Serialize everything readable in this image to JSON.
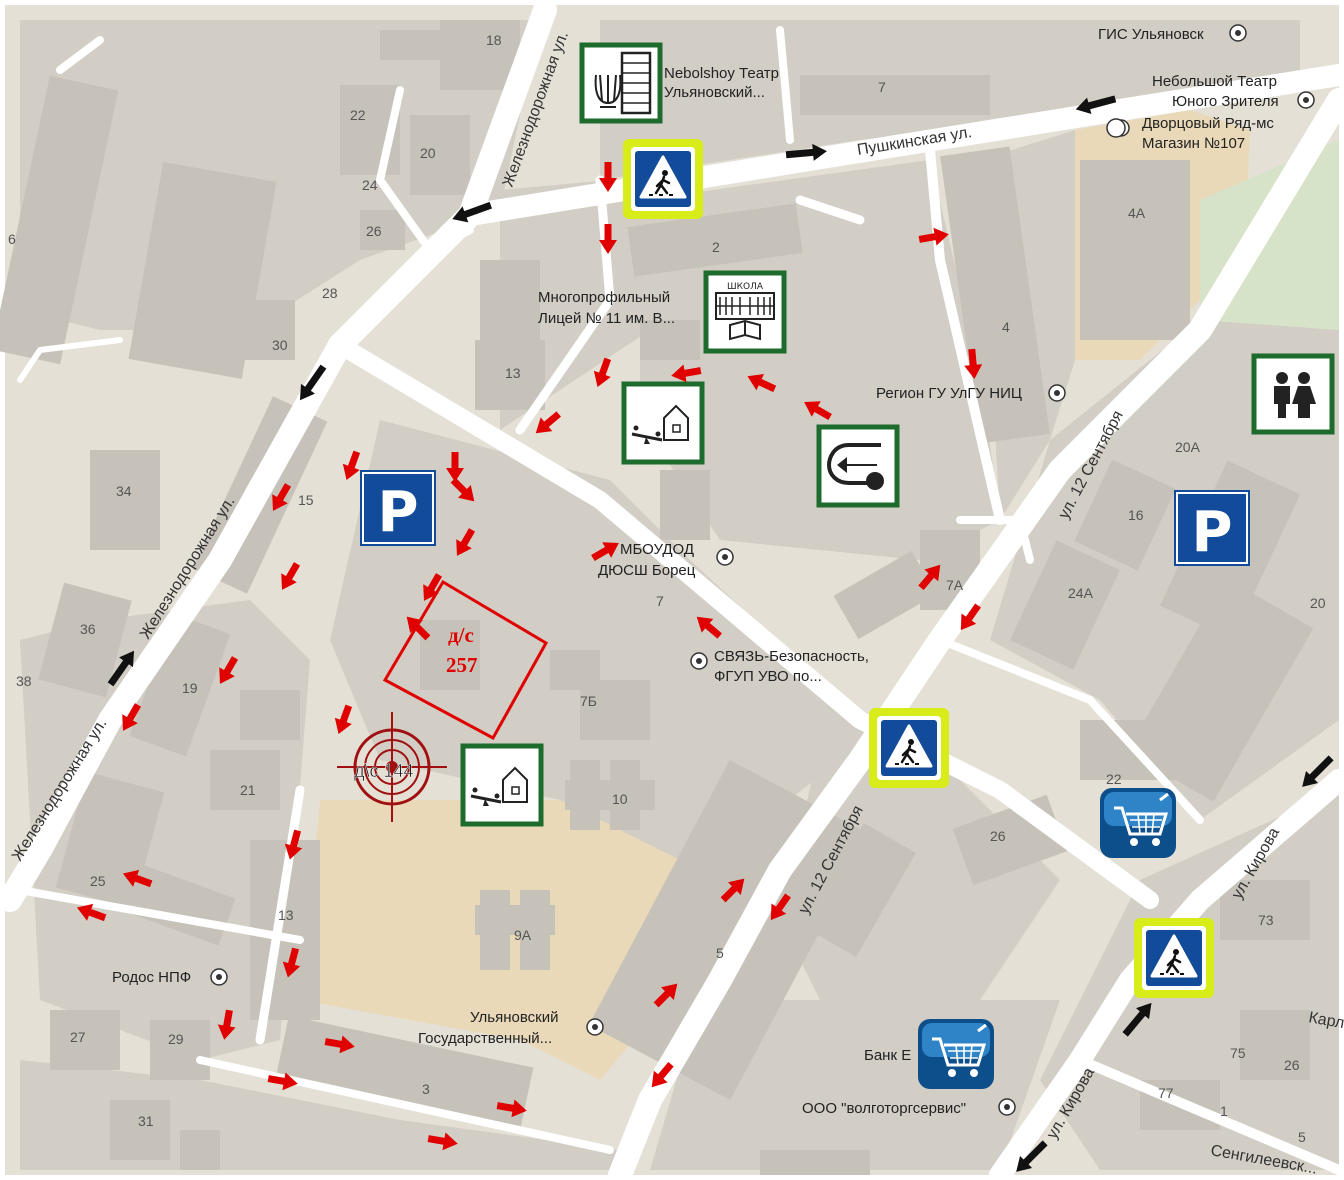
{
  "colors": {
    "background": "#e5e0d6",
    "block": "#d2cec5",
    "building": "#c6c2b9",
    "road": "#ffffff",
    "park": "#d7e3c8",
    "school_yard": "#e9d9b8",
    "guide_arrow": "#e00000",
    "traffic_arrow": "#111111",
    "sign_green": "#1e6b2e",
    "sign_blue": "#124b99",
    "sign_yellow": "#d8ec1a"
  },
  "streets": {
    "zheleznodorozhnaya_top": "Железнодорожная ул.",
    "zheleznodorozhnaya_mid": "Железнодорожная ул.",
    "zheleznodorozhnaya_bottom": "Железнодорожная ул.",
    "pushkinskaya": "Пушкинская ул.",
    "sentyabrya_12_north": "ул. 12 Сентября",
    "sentyabrya_12_south": "ул. 12 Сентября",
    "kirova_east": "ул. Кирова",
    "kirova_south": "ул. Кирова",
    "karla": "Карл",
    "sengileevskaya": "Сенгилеевск..."
  },
  "pois": {
    "gis": "ГИС Ульяновск",
    "nebolshoy_teatr_line1": "Nebolshoy Театр",
    "nebolshoy_teatr_line2": "Ульяновский...",
    "teatr_yunogo_line1": "Небольшой Театр",
    "teatr_yunogo_line2": "Юного Зрителя",
    "dvortsovy_line1": "Дворцовый Ряд-мс",
    "dvortsovy_line2": "Магазин №107",
    "licey_line1": "Многопрофильный",
    "licey_line2": "Лицей № 11 им. В...",
    "region": "Регион ГУ УлГУ НИЦ",
    "mboudod_line1": "МБОУДОД",
    "mboudod_line2": "ДЮСШ Борец",
    "svyaz_line1": "СВЯЗЬ-Безопасность,",
    "svyaz_line2": "ФГУП УВО по...",
    "rodos": "Родос НПФ",
    "uni_line1": "Ульяновский",
    "uni_line2": "Государственный...",
    "bank": "Банк Е",
    "volgotorg": "ООО \"волготоргсервис\""
  },
  "school_icon_text": "ШКОЛА",
  "kindergarten_main": {
    "line1": "д/с",
    "line2": "257"
  },
  "kindergarten_target": "д\\с 144",
  "house_numbers": {
    "n18": "18",
    "n22": "22",
    "n20": "20",
    "n24": "24",
    "n26": "26",
    "n6": "6",
    "n28": "28",
    "n30": "30",
    "n13a": "13",
    "n7top": "7",
    "n2": "2",
    "n4": "4",
    "n4a": "4А",
    "n34": "34",
    "n15": "15",
    "n36": "36",
    "n38": "38",
    "n19": "19",
    "n7": "7",
    "n7b": "7Б",
    "n7a": "7А",
    "n20a": "20А",
    "n16": "16",
    "n24a": "24А",
    "n21": "21",
    "n10": "10",
    "n25": "25",
    "n13b": "13",
    "n9a": "9А",
    "n5": "5",
    "n22b": "22",
    "n26b": "26",
    "n73": "73",
    "n27": "27",
    "n29": "29",
    "n3": "3",
    "n31": "31",
    "n75": "75",
    "n26c": "26",
    "n77": "77",
    "n1": "1",
    "n5b": "5"
  },
  "icons": [
    "theatre-sign-icon",
    "pedestrian-crossing-sign-icon",
    "school-sign-icon",
    "playground-sign-icon",
    "sports-school-sign-icon",
    "parking-sign-icon",
    "family-sign-icon",
    "shop-cart-icon",
    "crosshair-target-icon",
    "poi-dot-icon"
  ],
  "red_arrows": [
    [
      608,
      238,
      0
    ],
    [
      608,
      176,
      0
    ],
    [
      603,
      372,
      20
    ],
    [
      548,
      423,
      50
    ],
    [
      687,
      373,
      80
    ],
    [
      762,
      383,
      115
    ],
    [
      818,
      410,
      120
    ],
    [
      973,
      363,
      -5
    ],
    [
      933,
      237,
      -100
    ],
    [
      930,
      577,
      -140
    ],
    [
      970,
      617,
      35
    ],
    [
      605,
      551,
      -120
    ],
    [
      465,
      542,
      30
    ],
    [
      463,
      490,
      -45
    ],
    [
      455,
      466,
      0
    ],
    [
      432,
      587,
      30
    ],
    [
      418,
      628,
      135
    ],
    [
      352,
      465,
      20
    ],
    [
      281,
      497,
      30
    ],
    [
      290,
      576,
      30
    ],
    [
      228,
      670,
      30
    ],
    [
      131,
      717,
      30
    ],
    [
      344,
      719,
      20
    ],
    [
      294,
      844,
      15
    ],
    [
      292,
      962,
      15
    ],
    [
      227,
      1024,
      10
    ],
    [
      138,
      879,
      110
    ],
    [
      92,
      913,
      110
    ],
    [
      709,
      627,
      130
    ],
    [
      733,
      890,
      -135
    ],
    [
      666,
      995,
      -135
    ],
    [
      662,
      1075,
      40
    ],
    [
      780,
      907,
      35
    ],
    [
      511,
      1108,
      -80
    ],
    [
      339,
      1044,
      -80
    ],
    [
      282,
      1081,
      -80
    ],
    [
      442,
      1141,
      -80
    ]
  ],
  "black_arrows": [
    [
      472,
      212,
      70
    ],
    [
      312,
      383,
      35
    ],
    [
      122,
      668,
      -145
    ],
    [
      1096,
      104,
      75
    ],
    [
      806,
      153,
      -95
    ],
    [
      1317,
      772,
      45
    ],
    [
      1138,
      1019,
      -140
    ],
    [
      1031,
      1157,
      45
    ]
  ]
}
